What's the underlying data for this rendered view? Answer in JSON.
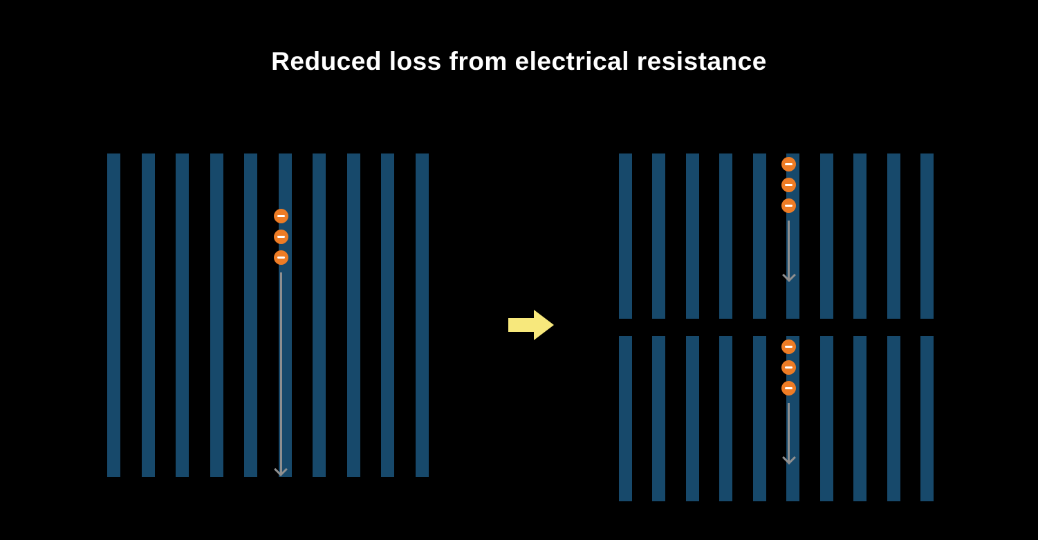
{
  "title": "Reduced loss from electrical resistance",
  "colors": {
    "background": "#000000",
    "title": "#ffffff",
    "cell_bar": "#17496b",
    "electron_fill": "#ee7c25",
    "electron_minus": "#ffffff",
    "flow_arrow": "#8f8f8f",
    "transition_arrow": "#f7e87c"
  },
  "icons": {
    "electron": "minus-in-circle",
    "flow": "down-arrow",
    "transition": "right-block-arrow"
  },
  "diagram": {
    "full_cell": {
      "bar_count": 10,
      "electron_count": 3,
      "electron_symbol": "−"
    },
    "half_cells": [
      {
        "bar_count": 10,
        "electron_count": 3,
        "electron_symbol": "−"
      },
      {
        "bar_count": 10,
        "electron_count": 3,
        "electron_symbol": "−"
      }
    ]
  }
}
